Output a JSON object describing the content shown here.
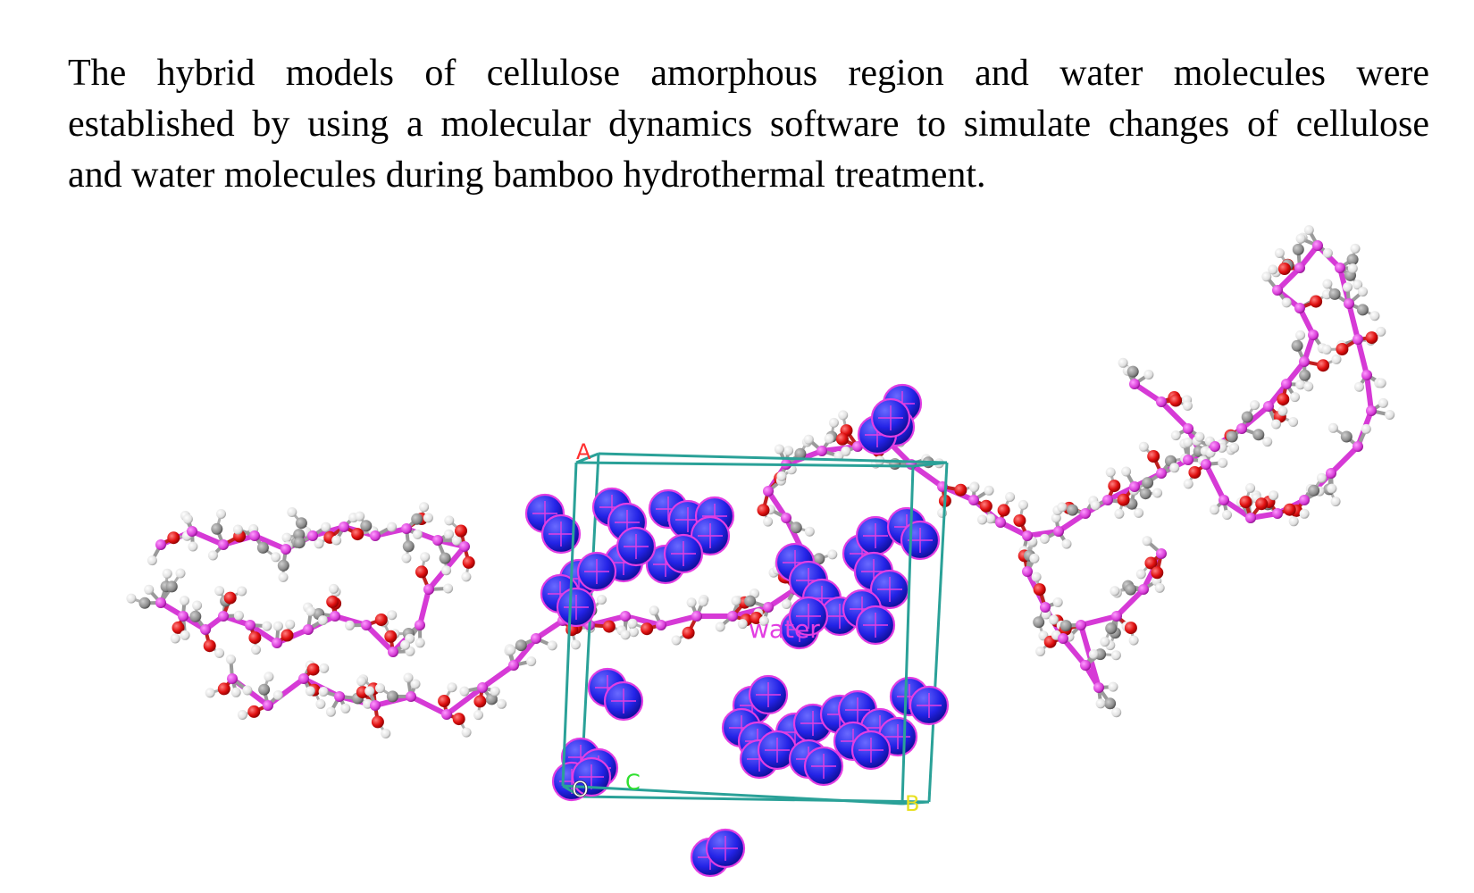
{
  "caption": {
    "lines": [
      "The hybrid models of cellulose amorphous region and water molecules were",
      "established by using a molecular dynamics software to simulate changes of cellulose",
      "and water molecules during bamboo hydrothermal treatment."
    ]
  },
  "cell_labels": {
    "a": "A",
    "b": "B",
    "c": "C",
    "origin": "O",
    "water": "water"
  },
  "colors": {
    "cell_box": "#2aa198",
    "bond": "#d63ad6",
    "oxygen": "#e01010",
    "carbon": "#8a8a8a",
    "hydrogen": "#e8e8e8",
    "water_sphere": "#2323e6",
    "water_outline": "#e23ee2",
    "label_a": "#ff3030",
    "label_b": "#e8e020",
    "label_c": "#30e030",
    "label_origin": "#ffffff"
  }
}
